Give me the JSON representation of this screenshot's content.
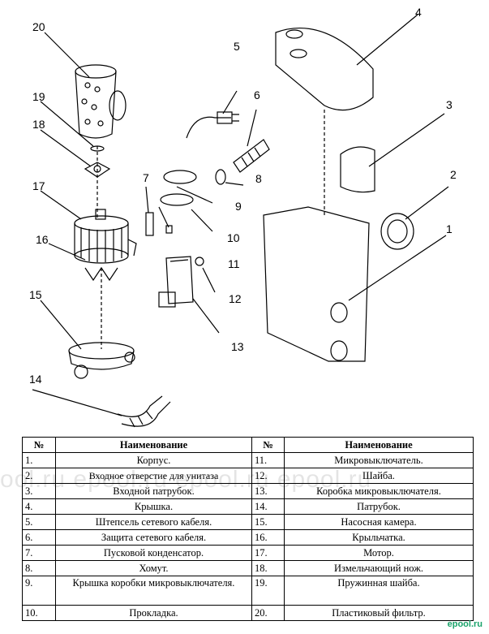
{
  "callouts": [
    "1",
    "2",
    "3",
    "4",
    "5",
    "6",
    "7",
    "8",
    "9",
    "10",
    "11",
    "12",
    "13",
    "14",
    "15",
    "16",
    "17",
    "18",
    "19",
    "20"
  ],
  "table": {
    "headers": [
      "№",
      "Наименование",
      "№",
      "Наименование"
    ],
    "rows": [
      {
        "n1": "1.",
        "name1": "Корпус.",
        "n2": "11.",
        "name2": "Микровыключатель."
      },
      {
        "n1": "2.",
        "name1": "Входное отверстие для унитаза",
        "n2": "12.",
        "name2": "Шайба."
      },
      {
        "n1": "3.",
        "name1": "Входной патрубок.",
        "n2": "13.",
        "name2": "Коробка микровыключателя."
      },
      {
        "n1": "4.",
        "name1": "Крышка.",
        "n2": "14.",
        "name2": "Патрубок."
      },
      {
        "n1": "5.",
        "name1": "Штепсель сетевого кабеля.",
        "n2": "15.",
        "name2": "Насосная камера."
      },
      {
        "n1": "6.",
        "name1": "Защита сетевого кабеля.",
        "n2": "16.",
        "name2": "Крыльчатка."
      },
      {
        "n1": "7.",
        "name1": "Пусковой конденсатор.",
        "n2": "17.",
        "name2": "Мотор."
      },
      {
        "n1": "8.",
        "name1": "Хомут.",
        "n2": "18.",
        "name2": "Измельчающий нож."
      },
      {
        "n1": "9.",
        "name1": "Крышка коробки микровыключателя.",
        "n2": "19.",
        "name2": "Пружинная шайба."
      },
      {
        "n1": "10.",
        "name1": "Прокладка.",
        "n2": "20.",
        "name2": "Пластиковый фильтр."
      }
    ]
  },
  "watermark": "ool.ru epool.ru epool.ru epool.ru",
  "brand": "epool.ru"
}
